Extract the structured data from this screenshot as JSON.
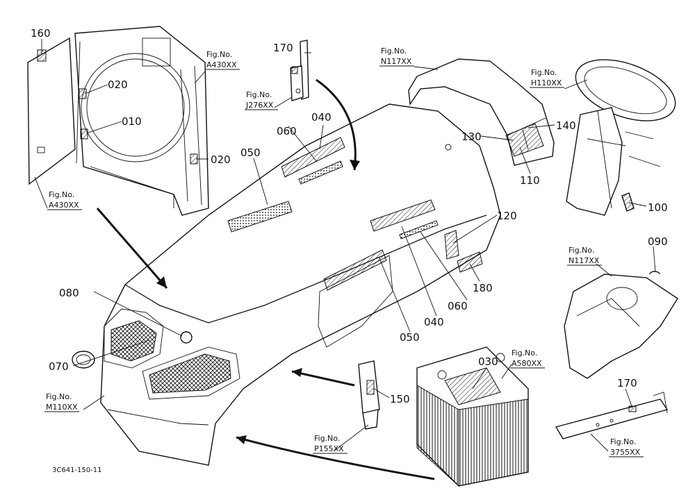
{
  "callouts": {
    "c160": "160",
    "c020a": "020",
    "c010": "010",
    "c020b": "020",
    "c170a": "170",
    "c040a": "040",
    "c060a": "060",
    "c050a": "050",
    "c130": "130",
    "c140": "140",
    "c110": "110",
    "c100": "100",
    "c120": "120",
    "c090": "090",
    "c180": "180",
    "c080": "080",
    "c050b": "050",
    "c040b": "040",
    "c060b": "060",
    "c070": "070",
    "c030": "030",
    "c150": "150",
    "c170b": "170"
  },
  "figrefs": {
    "f_a430_top": {
      "label": "Fig.No.",
      "number": "A430XX"
    },
    "f_j276": {
      "label": "Fig.No.",
      "number": "J276XX"
    },
    "f_n117_top": {
      "label": "Fig.No.",
      "number": "N117XX"
    },
    "f_h110": {
      "label": "Fig.No.",
      "number": "H110XX"
    },
    "f_a430_bottom": {
      "label": "Fig.No.",
      "number": "A430XX"
    },
    "f_n117_right": {
      "label": "Fig.No.",
      "number": "N117XX"
    },
    "f_a580": {
      "label": "Fig.No.",
      "number": "A580XX"
    },
    "f_m110": {
      "label": "Fig.No.",
      "number": "M110XX"
    },
    "f_p155": {
      "label": "Fig.No.",
      "number": "P155XX"
    },
    "f_3755": {
      "label": "Fig.No.",
      "number": "3755XX"
    }
  },
  "drawing_code": "3C641-150-11"
}
